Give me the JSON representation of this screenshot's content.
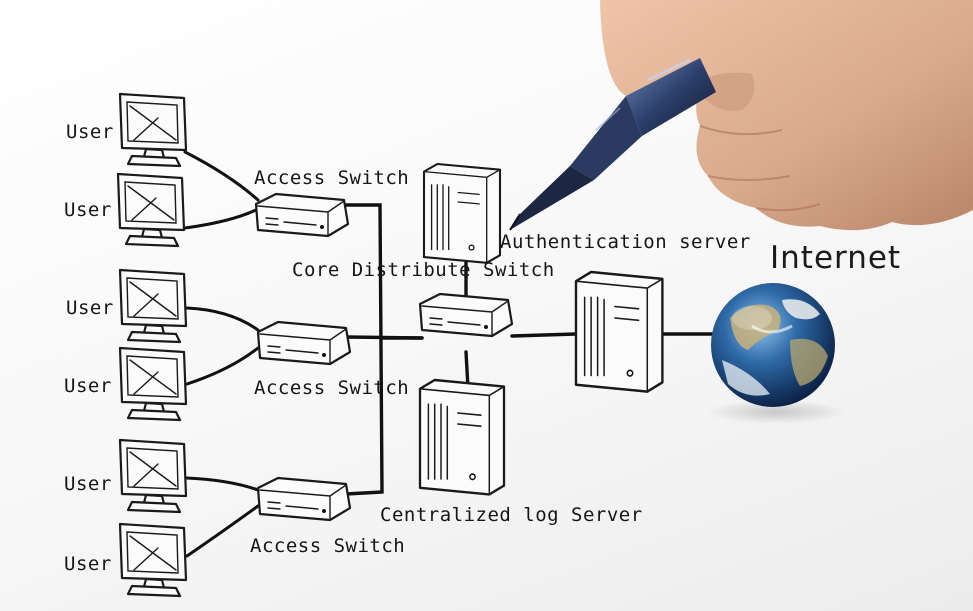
{
  "labels": {
    "user": "User",
    "access_switch": "Access Switch",
    "core_switch": "Core Distribute Switch",
    "auth_server": "Authentication server",
    "log_server": "Centralized log Server",
    "internet": "Internet"
  },
  "colors": {
    "ink": "#1a1a1a",
    "background": "#f4f4f4",
    "globe_ocean": "#2a5f9e",
    "pen_barrel": "#2b3f6b",
    "skin": "#d9a98c"
  },
  "icons": [
    "monitor-icon",
    "network-switch-icon",
    "server-tower-icon",
    "globe-icon",
    "pen-hand-icon"
  ]
}
